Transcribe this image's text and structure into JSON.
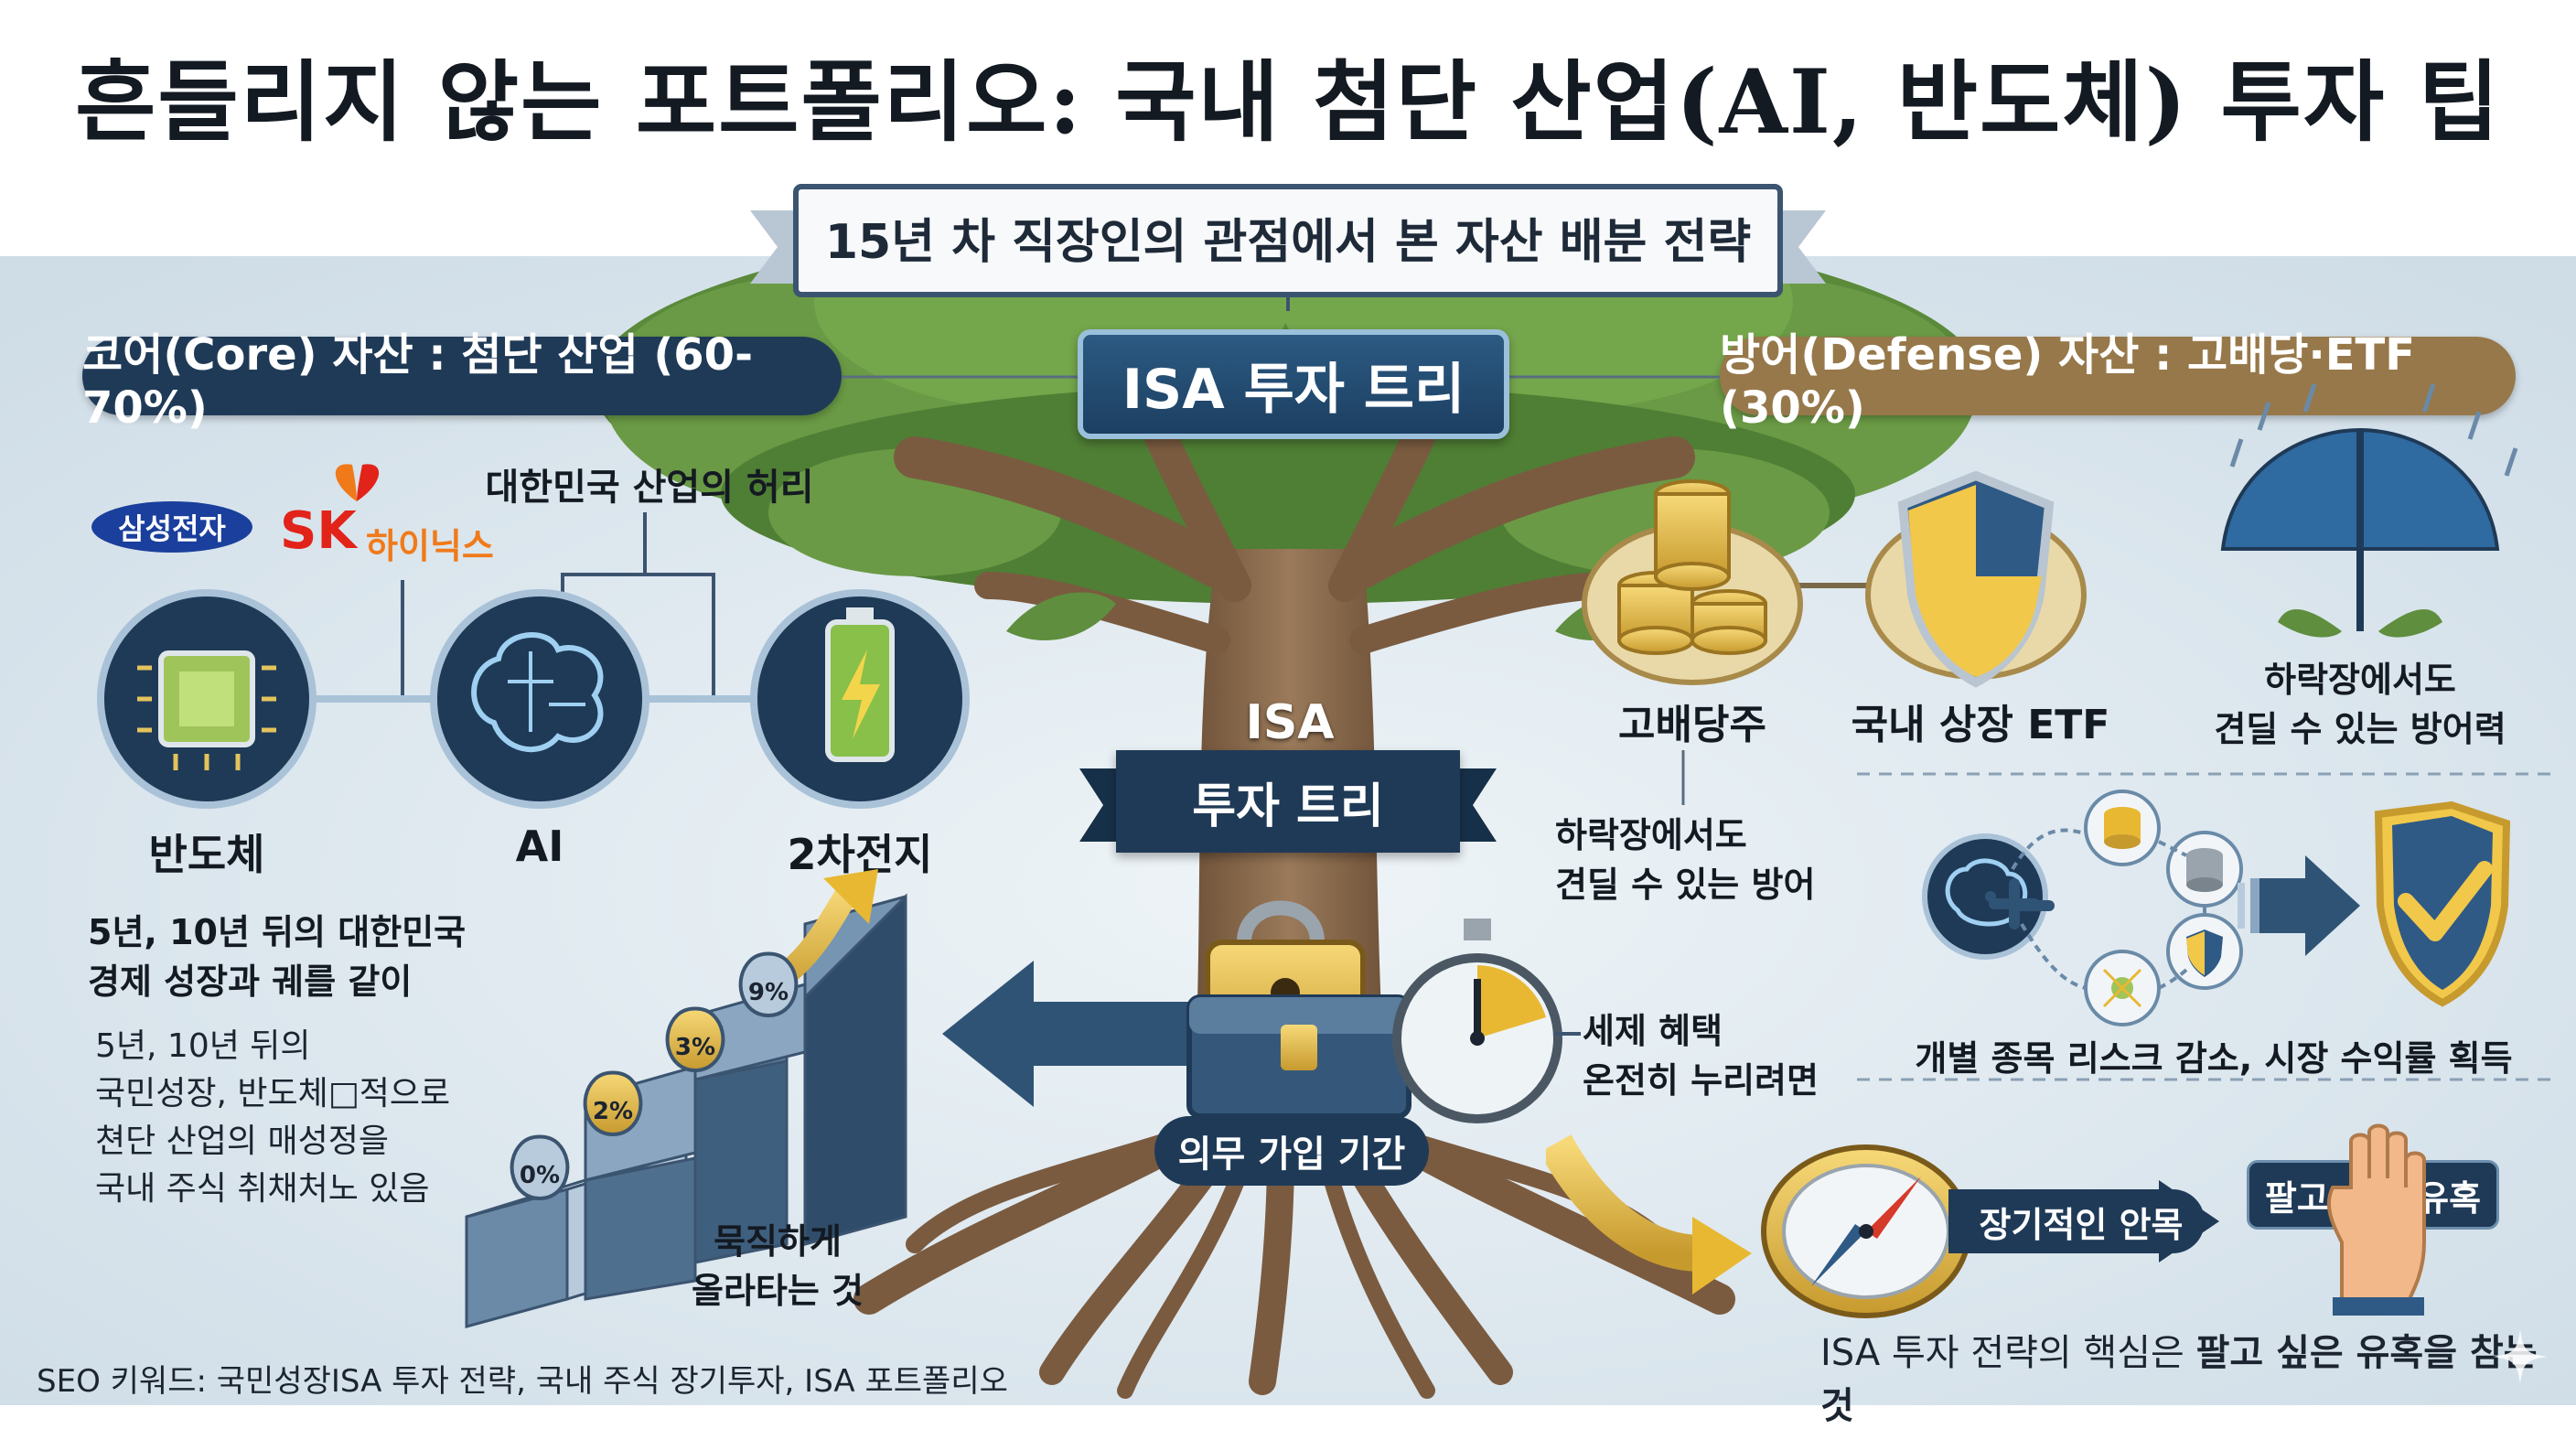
{
  "title": "흔들리지 않는 포트폴리오: 국내 첨단 산업(AI, 반도체) 투자 팁",
  "subtitle": "15년 차 직장인의 관점에서 본 자산 배분 전략",
  "center_sign": "ISA 투자 트리",
  "core": {
    "header": "코어(Core) 자산 : 첨단 산업 (60-70%)",
    "backbone_label": "대한민국 산업의 허리",
    "logos": {
      "samsung": "삼성전자",
      "sk": "SK",
      "hynix": "하이닉스"
    },
    "items": [
      {
        "label": "반도체",
        "icon": "chip-icon"
      },
      {
        "label": "AI",
        "icon": "brain-icon"
      },
      {
        "label": "2차전지",
        "icon": "battery-icon"
      }
    ],
    "growth_heading_1": "5년, 10년 뒤의 대한민국",
    "growth_heading_2": "경제 성장과 궤를 같이",
    "growth_body": [
      "5년, 10년 뒤의",
      "국민성장, 반도체□적으로",
      "쳔단 산업의 매성정을",
      "국내 주식 취채처노 있음"
    ],
    "steps": [
      "0%",
      "2%",
      "3%",
      "9%"
    ],
    "stairs_caption": [
      "묵직하게",
      "올라타는 것"
    ]
  },
  "defense": {
    "header": "방어(Defense) 자산 : 고배당·ETF (30%)",
    "items": [
      {
        "label": "고배당주",
        "icon": "coins-icon"
      },
      {
        "label": "국내 상장 ETF",
        "icon": "shield-icon"
      }
    ],
    "umbrella_caption": [
      "하락장에서도",
      "견딜 수 있는 방어력"
    ],
    "defense_caption": [
      "하락장에서도",
      "견딜 수 있는 방어"
    ],
    "diversify_caption": "개별 종목 리스크 감소, 시장 수익률 획득"
  },
  "trunk": {
    "banner_top": "ISA",
    "banner_bottom": "투자 트리",
    "mandatory": "의무 가입 기간",
    "tax_caption": [
      "세제 혜택",
      "온전히 누리려면"
    ]
  },
  "long_term": {
    "pill": "장기적인 안목",
    "temptation": "팔고 싶은 유혹",
    "note_prefix": "ISA 투자 전략의 핵심은 ",
    "note_bold": "팔고 싶은 유혹을 참는 것"
  },
  "seo": "SEO 키워드: 국민성장ISA 투자 전략, 국내 주식 장기투자, ISA 포트폴리오",
  "colors": {
    "navy": "#1f3a57",
    "gold": "#97784a",
    "bg": "#dfe9f0",
    "trunk": "#8a6a4c",
    "leaf": "#5f8e3e"
  }
}
